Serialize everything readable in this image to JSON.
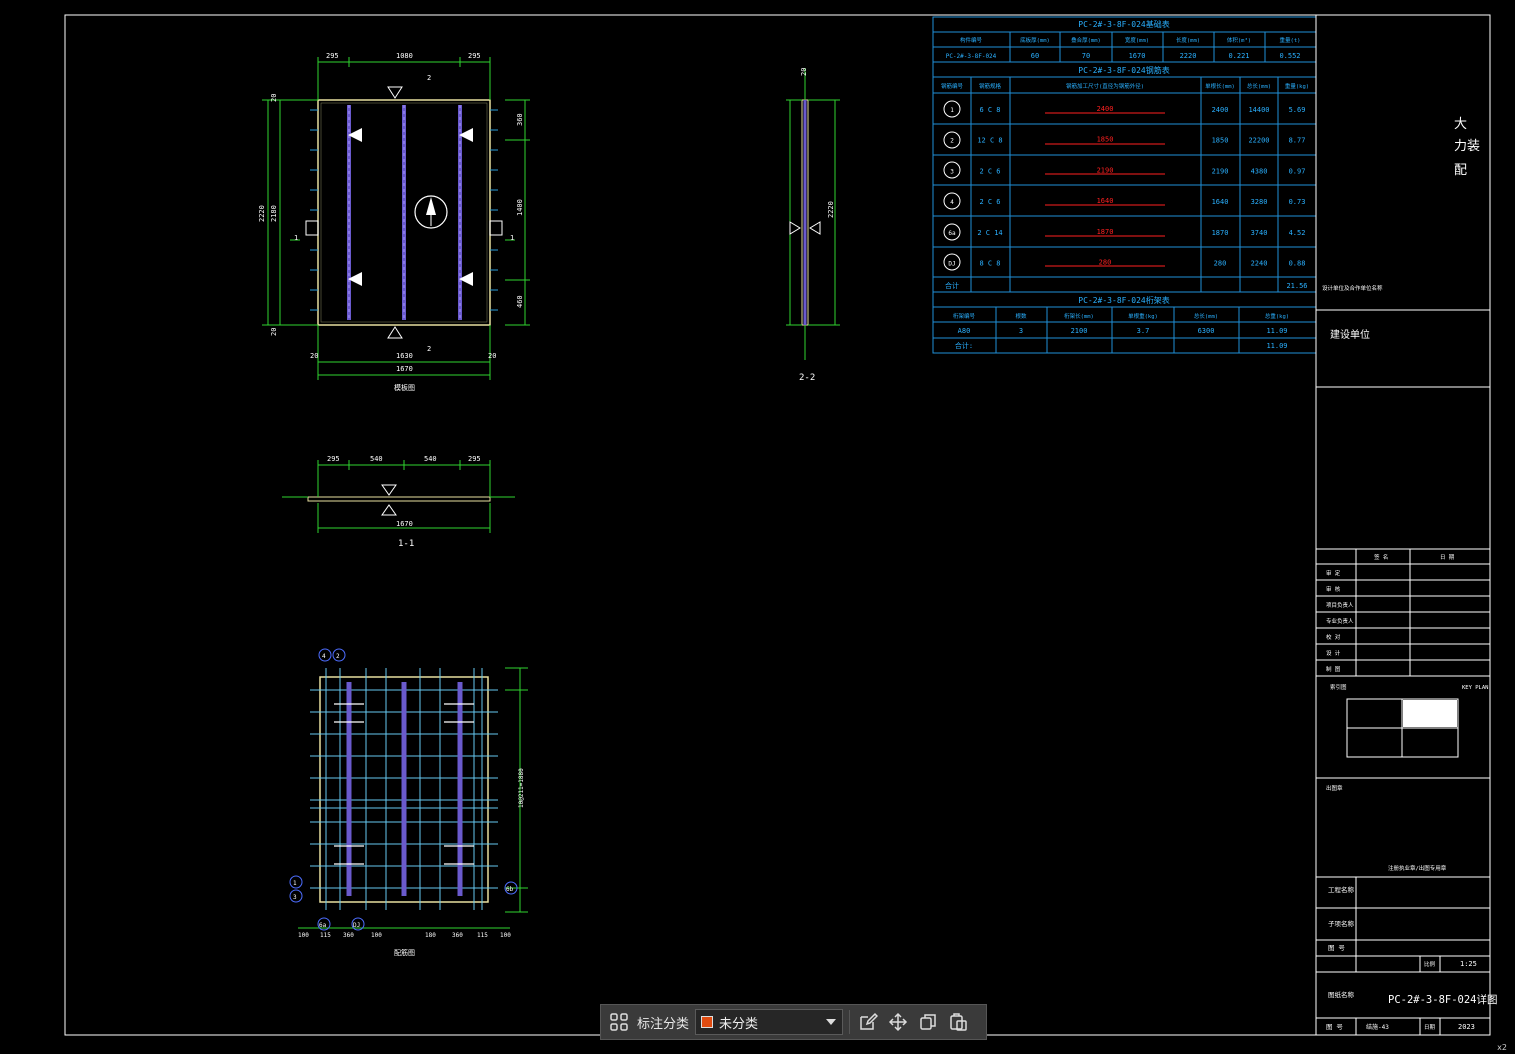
{
  "drawing": {
    "panel_title": "PC-2#-3-8F-024详图",
    "scale": "1:25",
    "year": "2023",
    "front_view": {
      "top_dims": [
        "295",
        "1080",
        "295"
      ],
      "bottom_dims": [
        "20",
        "1630",
        "20"
      ],
      "overall_width": "1670",
      "left_dims": [
        "20",
        "2180",
        "20"
      ],
      "overall_height": "2220",
      "right_dims": [
        "360",
        "1400",
        "460"
      ],
      "section_tag_top": "2",
      "section_tag_bottom": "2",
      "section_tag_left": "1",
      "section_tag_right": "1",
      "caption": "模板图"
    },
    "side_view": {
      "top_dim": "20",
      "height_dim": "2220",
      "caption": "2-2"
    },
    "section_view": {
      "top_dims": [
        "295",
        "540",
        "540",
        "295"
      ],
      "overall_width": "1670",
      "caption": "1-1"
    },
    "rebar_view": {
      "callouts_top": [
        "4",
        "2"
      ],
      "callouts_left": [
        "1",
        "3"
      ],
      "callouts_bottom": [
        "6a",
        "DJ"
      ],
      "callout_right": "6b",
      "bottom_dims": [
        "100",
        "115",
        "360",
        "100",
        "180",
        "360",
        "115",
        "100"
      ],
      "right_dim": "10@211=1880",
      "caption": "配筋图"
    },
    "info_table": {
      "title1": "PC-2#-3-8F-024基础表",
      "headers1": [
        "构件编号",
        "底板厚(mm)",
        "叠合厚(mm)",
        "宽度(mm)",
        "长度(mm)",
        "体积(m³)",
        "重量(t)"
      ],
      "row1": [
        "PC-2#-3-8F-024",
        "60",
        "70",
        "1670",
        "2220",
        "0.221",
        "0.552"
      ],
      "title2": "PC-2#-3-8F-024钢筋表",
      "headers2": [
        "钢筋编号",
        "钢筋规格",
        "钢筋加工尺寸(直径为钢筋外径)",
        "单根长(mm)",
        "总长(mm)",
        "重量(kg)"
      ],
      "rebars": [
        {
          "id": "1",
          "spec": "6 C 8",
          "shape": "2400",
          "len": "2400",
          "total": "14400",
          "weight": "5.69"
        },
        {
          "id": "2",
          "spec": "12 C 8",
          "shape": "1850",
          "len": "1850",
          "total": "22200",
          "weight": "8.77"
        },
        {
          "id": "3",
          "spec": "2 C 6",
          "shape": "2190",
          "len": "2190",
          "total": "4380",
          "weight": "0.97"
        },
        {
          "id": "4",
          "spec": "2 C 6",
          "shape": "1640",
          "len": "1640",
          "total": "3280",
          "weight": "0.73"
        },
        {
          "id": "6a",
          "spec": "2 C 14",
          "shape": "1870",
          "len": "1870",
          "total": "3740",
          "weight": "4.52"
        },
        {
          "id": "DJ",
          "spec": "8 C 8",
          "shape": "280",
          "len": "280",
          "total": "2240",
          "weight": "0.88"
        }
      ],
      "subtotal_label": "合计",
      "subtotal": "21.56",
      "title3": "PC-2#-3-8F-024桁架表",
      "headers3": [
        "桁架编号",
        "根数",
        "桁架长(mm)",
        "单根重(kg)",
        "总长(mm)",
        "总重(kg)"
      ],
      "truss": [
        "A80",
        "3",
        "2100",
        "3.7",
        "6300",
        "11.09"
      ],
      "truss_total_label": "合计:",
      "truss_total": "11.09"
    },
    "title_block": {
      "project_chars": [
        "大",
        "力装",
        "配"
      ],
      "company_note": "设计单位及合作单位名称",
      "build_unit": "建设单位",
      "sign_headers": [
        "签 名",
        "日 期"
      ],
      "roles": [
        "审 定",
        "审 核",
        "项目负责人",
        "专业负责人",
        "校 对",
        "设 计",
        "制 图"
      ],
      "key_plan_left": "索引图",
      "key_plan_right": "KEY PLAN",
      "seal_label": "出图章",
      "seal_note": "注册执业章/出图专用章",
      "fields": [
        "工程名称",
        "子项名称",
        "图 号"
      ],
      "scale_label": "比例",
      "drawing_name_label": "图纸名称",
      "no_label": "图 号",
      "no_value": "结施-43",
      "date_label": "日期"
    }
  },
  "toolbar": {
    "group_label": "标注分类",
    "category_value": "未分类",
    "category_color": "#e04b10",
    "icons": [
      "grid-icon",
      "edit-icon",
      "move-icon",
      "copy-icon",
      "paste-icon"
    ]
  },
  "corner_text": "x2"
}
